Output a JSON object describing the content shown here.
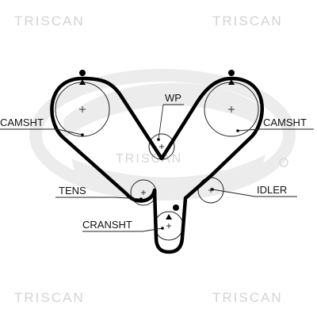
{
  "watermark": {
    "brand": "TRISCAN",
    "logo_color": "#ececec",
    "text_color": "#d3d3d3"
  },
  "belt_color": "#000000",
  "labels": {
    "camsht_left": "CAMSHT",
    "camsht_right": "CAMSHT",
    "wp": "WP",
    "tens": "TENS",
    "idler": "IDLER",
    "cransht": "CRANSHT"
  }
}
